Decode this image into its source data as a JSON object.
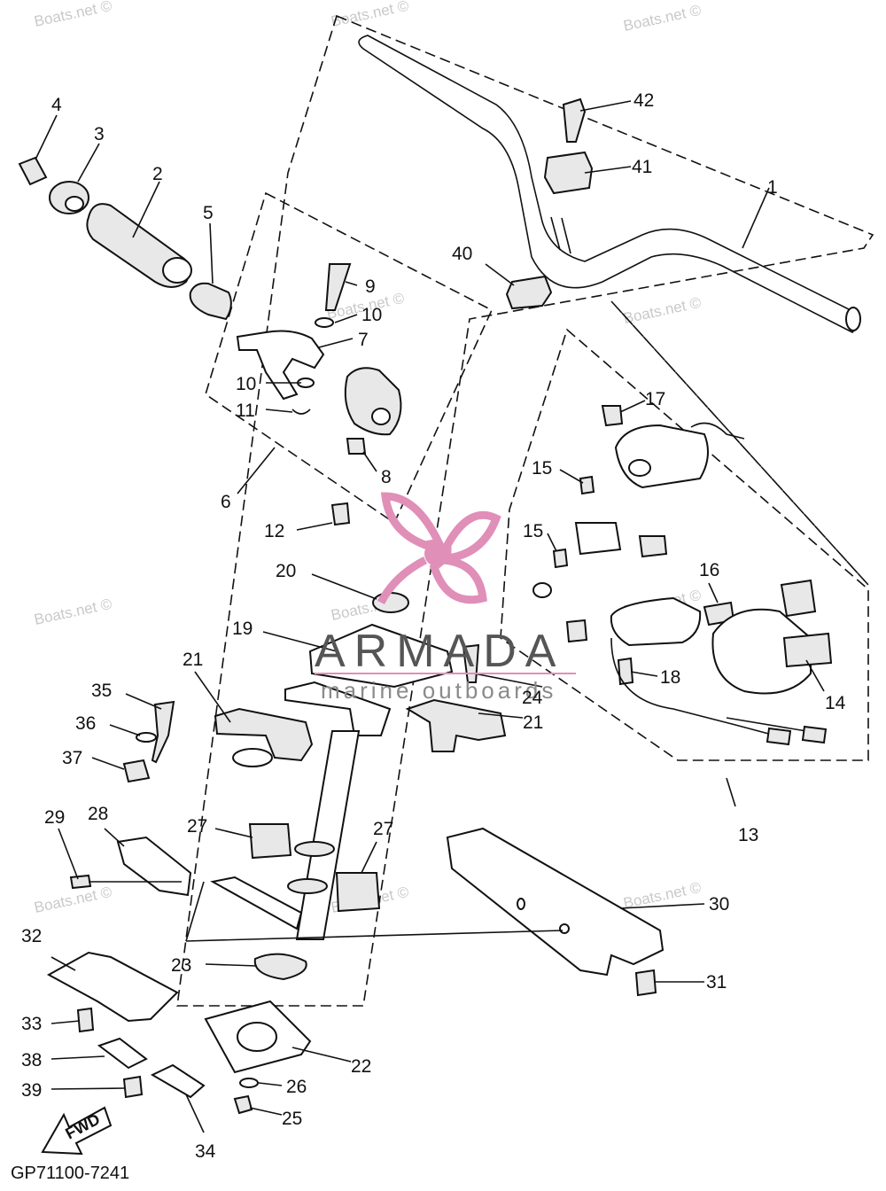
{
  "watermark_text": "Boats.net ©",
  "brand": {
    "name": "ARMADA",
    "tagline": "marine outboards",
    "logo_color": "#e08fb8"
  },
  "diagram_code": "GP71100-7241",
  "fwd_label": "FWD",
  "callouts": [
    "1",
    "2",
    "3",
    "4",
    "5",
    "6",
    "7",
    "8",
    "9",
    "10",
    "10",
    "11",
    "12",
    "13",
    "14",
    "15",
    "15",
    "16",
    "17",
    "18",
    "19",
    "20",
    "21",
    "21",
    "22",
    "23",
    "24",
    "25",
    "26",
    "27",
    "27",
    "28",
    "29",
    "30",
    "31",
    "32",
    "33",
    "34",
    "35",
    "36",
    "37",
    "38",
    "39",
    "40",
    "41",
    "42"
  ]
}
